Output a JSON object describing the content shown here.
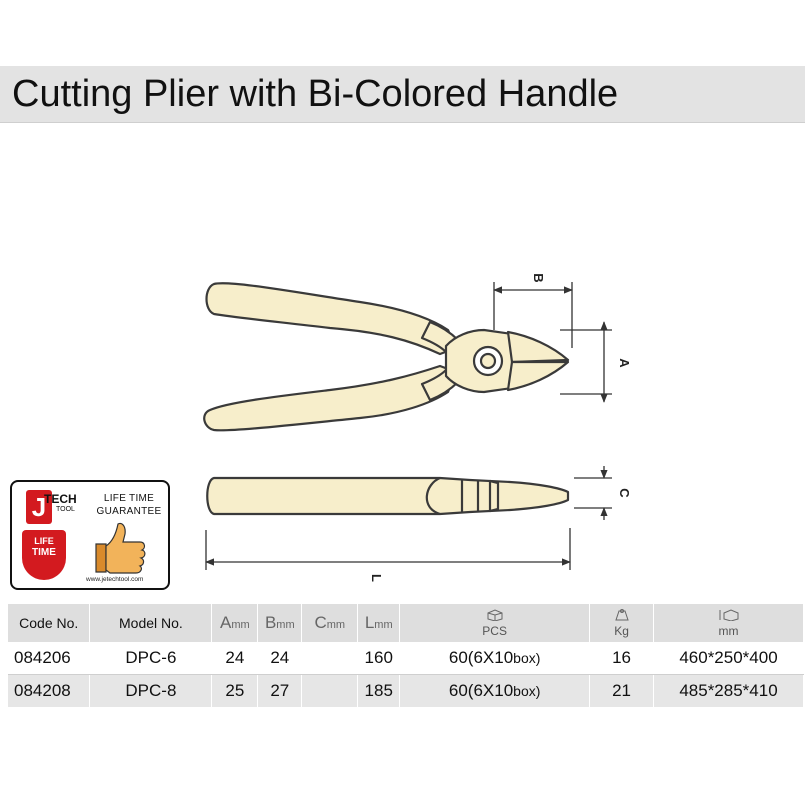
{
  "title": "Cutting Plier with Bi-Colored Handle",
  "diagram": {
    "labels": {
      "a": "A",
      "b": "B",
      "c": "C",
      "l": "L"
    },
    "handle_color": "#f7eecb",
    "outline_color": "#3a3a3a"
  },
  "badge": {
    "brand": "TECH",
    "brand_sub": "TOOL",
    "guarantee_line1": "LIFE TIME",
    "guarantee_line2": "GUARANTEE",
    "shield_line1": "LIFE",
    "shield_line2": "TIME",
    "url": "www.jetechtool.com",
    "icon": "thumbs-up-icon",
    "brand_color": "#d31a1f"
  },
  "table": {
    "headers": {
      "code": "Code No.",
      "model": "Model No.",
      "a_dim": "A",
      "a_unit": "mm",
      "b_dim": "B",
      "b_unit": "mm",
      "c_dim": "C",
      "c_unit": "mm",
      "l_dim": "L",
      "l_unit": "mm",
      "pcs": "PCS",
      "kg": "Kg",
      "mm": "mm"
    },
    "rows": [
      {
        "code": "084206",
        "model": "DPC-6",
        "a": "24",
        "b": "24",
        "c": "",
        "l": "160",
        "pack_qty": "60(6X10",
        "pack_unit": "box)",
        "kg": "16",
        "carton": "460*250*400"
      },
      {
        "code": "084208",
        "model": "DPC-8",
        "a": "25",
        "b": "27",
        "c": "",
        "l": "185",
        "pack_qty": "60(6X10",
        "pack_unit": "box)",
        "kg": "21",
        "carton": "485*285*410"
      }
    ]
  }
}
